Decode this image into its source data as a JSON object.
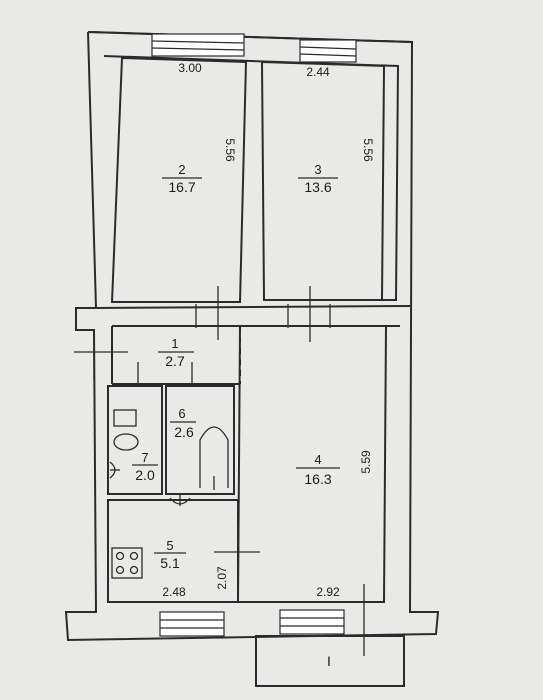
{
  "rooms": [
    {
      "number": "2",
      "area": "16.7"
    },
    {
      "number": "3",
      "area": "13.6"
    },
    {
      "number": "1",
      "area": "2.7"
    },
    {
      "number": "6",
      "area": "2.6"
    },
    {
      "number": "7",
      "area": "2.0"
    },
    {
      "number": "4",
      "area": "16.3"
    },
    {
      "number": "5",
      "area": "5.1"
    }
  ],
  "dimensions": {
    "room2_width": "3.00",
    "room2_length": "5.56",
    "room3_width": "2.44",
    "room3_length": "5.56",
    "room4_length": "5.59",
    "room4_width": "2.92",
    "room5_width": "2.48",
    "room5_length": "2.07"
  },
  "balcony_label": "I"
}
